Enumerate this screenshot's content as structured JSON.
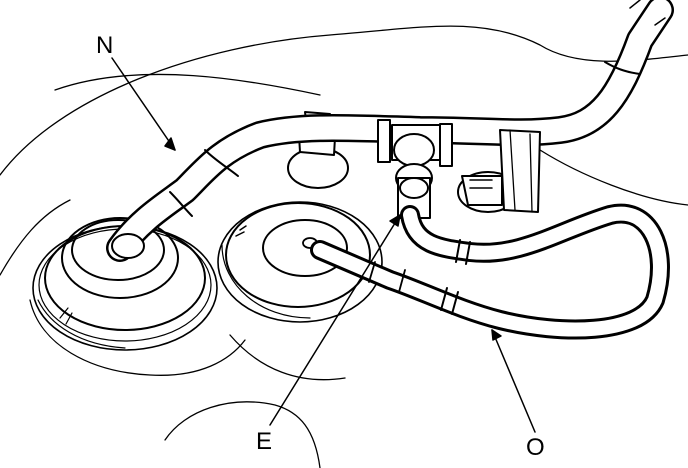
{
  "labels": {
    "n": "N",
    "e": "E",
    "o": "O"
  },
  "colors": {
    "line": "#000000",
    "background": "#ffffff"
  }
}
